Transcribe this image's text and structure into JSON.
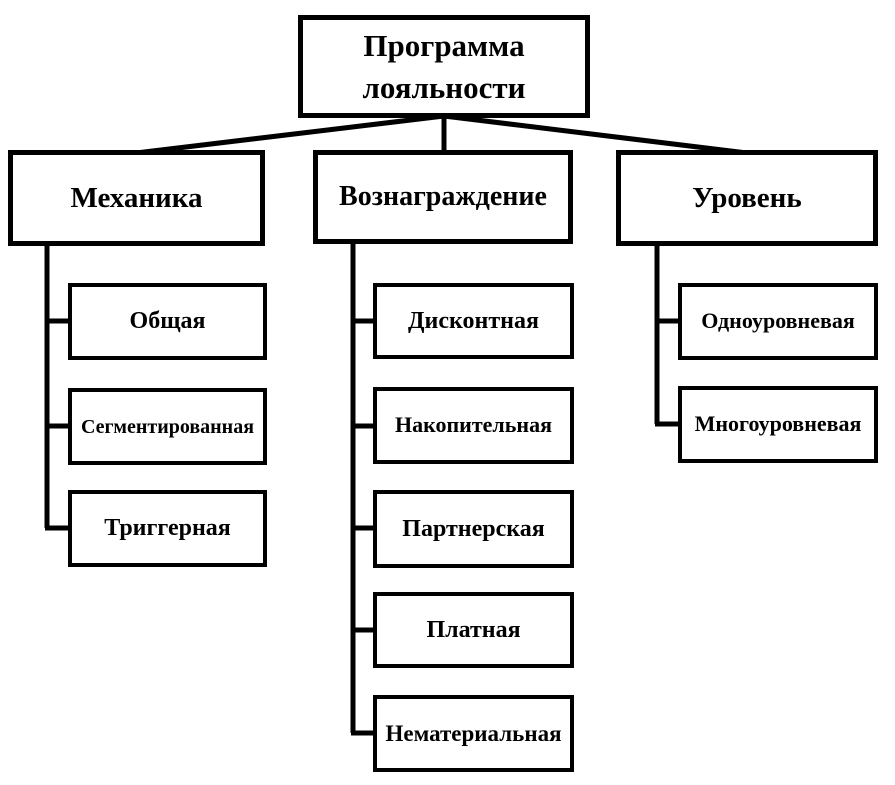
{
  "diagram": {
    "root": {
      "label": "Программа лояльности"
    },
    "branches": [
      {
        "label": "Механика",
        "children": [
          {
            "label": "Общая"
          },
          {
            "label": "Сегментированная"
          },
          {
            "label": "Триггерная"
          }
        ]
      },
      {
        "label": "Вознаграждение",
        "children": [
          {
            "label": "Дисконтная"
          },
          {
            "label": "Накопительная"
          },
          {
            "label": "Партнерская"
          },
          {
            "label": "Платная"
          },
          {
            "label": "Нематериальная"
          }
        ]
      },
      {
        "label": "Уровень",
        "children": [
          {
            "label": "Одноуровневая"
          },
          {
            "label": "Многоуровневая"
          }
        ]
      }
    ],
    "colors": {
      "line": "#000000",
      "box_border": "#000000",
      "box_background": "#ffffff",
      "text": "#000000"
    }
  }
}
